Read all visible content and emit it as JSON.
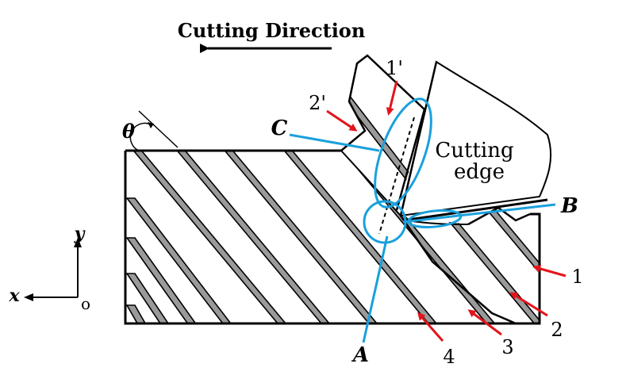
{
  "diagram": {
    "title": "Cutting Direction",
    "tool_label_line1": "Cutting",
    "tool_label_line2": "edge",
    "angle_label": "θ",
    "region_labels": {
      "A": "A",
      "B": "B",
      "C": "C"
    },
    "arrow_labels": {
      "l1": "1",
      "l2": "2",
      "l3": "3",
      "l4": "4",
      "l1p": "1'",
      "l2p": "2'"
    },
    "axes": {
      "y": "y",
      "x": "x",
      "origin": "o"
    },
    "colors": {
      "blue_lines": "#1aa0dc",
      "red_arrows": "#e3141b",
      "fiber_fill": "#9a9a9a",
      "outline": "#000000"
    }
  }
}
